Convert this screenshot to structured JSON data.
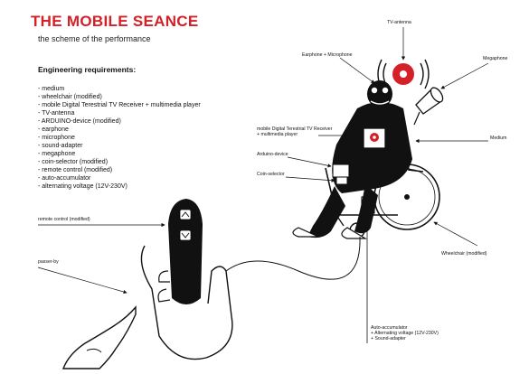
{
  "header": {
    "title": "THE MOBILE SEANCE",
    "subtitle": "the scheme of the performance"
  },
  "requirements": {
    "heading": "Engineering requirements:",
    "items": [
      "- medium",
      "- wheelchair (modified)",
      "- mobile Digital Terestrial TV Receiver + multimedia player",
      "- TV-antenna",
      "- ARDUINO-device (modified)",
      "- earphone",
      "- microphone",
      "- sound-adapter",
      "- megaphone",
      "- coin-selector (modified)",
      "- remote control (modified)",
      "- auto-accumulator",
      "- alternating voltage (12V-230V)"
    ]
  },
  "labels": {
    "tv_antenna": "TV-antenna",
    "earphone_microphone": "Earphone + Microphone",
    "megaphone": "Megaphone",
    "tv_receiver_line1": "mobile Digital Terestrial TV Receiver",
    "tv_receiver_line2": "+ multimedia player",
    "medium": "Medium",
    "arduino": "Arduino-device",
    "coin_selector": "Coin-selector",
    "wheelchair": "Wheelchair (modified)",
    "remote_control": "remote control (modified)",
    "passer_by": "passer-by",
    "accumulator_line1": "Auto-accumulator",
    "accumulator_line2": "+ Alternating voltage (12V-230V)",
    "accumulator_line3": "+ Sound-adapter"
  },
  "colors": {
    "title": "#d42027",
    "accent_red": "#d42027",
    "ink": "#111111"
  }
}
